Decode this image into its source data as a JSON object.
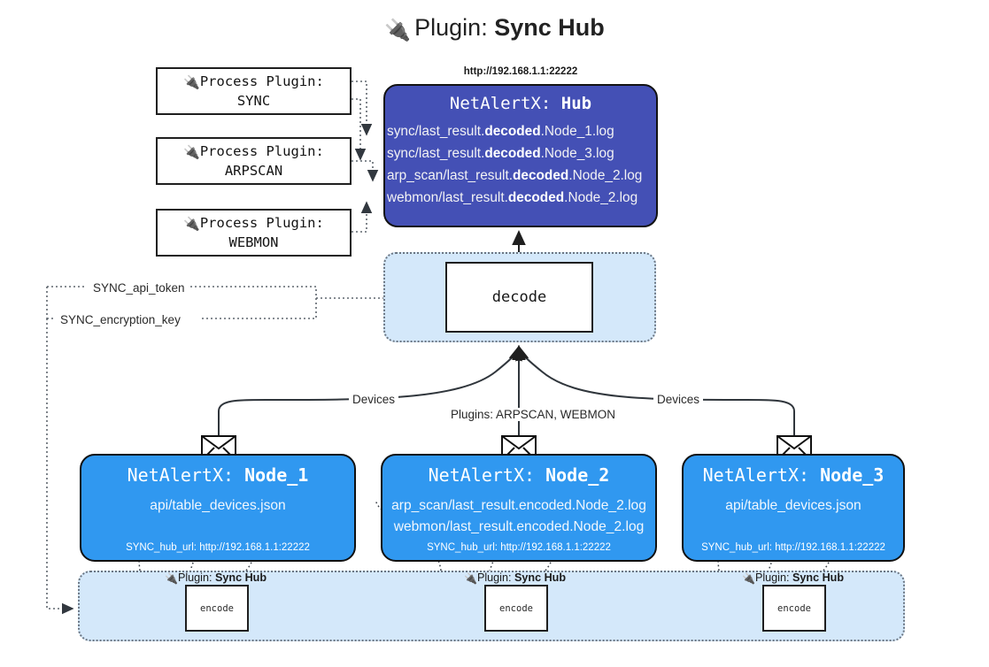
{
  "title": {
    "icon": "plug-icon",
    "prefix": "Plugin: ",
    "name": "Sync Hub"
  },
  "process_plugins": [
    {
      "icon": "plug-icon",
      "line1": "Process Plugin:",
      "line2": "SYNC"
    },
    {
      "icon": "plug-icon",
      "line1": "Process Plugin:",
      "line2": "ARPSCAN"
    },
    {
      "icon": "plug-icon",
      "line1": "Process Plugin:",
      "line2": "WEBMON"
    }
  ],
  "hub": {
    "url": "http://192.168.1.1:22222",
    "title_prefix": "NetAlertX: ",
    "title_name": "Hub",
    "fill_color": "#4450b5",
    "lines": [
      {
        "pre": "sync/last_result.",
        "mid": "decoded",
        "post": ".Node_1.log"
      },
      {
        "pre": "sync/last_result.",
        "mid": "decoded",
        "post": ".Node_3.log"
      },
      {
        "pre": "arp_scan/last_result.",
        "mid": "decoded",
        "post": ".Node_2.log"
      },
      {
        "pre": "webmon/last_result.",
        "mid": "decoded",
        "post": ".Node_2.log"
      }
    ]
  },
  "decode": {
    "label": "decode",
    "container_color": "#d4e8fa"
  },
  "nodes": [
    {
      "title_prefix": "NetAlertX: ",
      "title_name": "Node_1",
      "lines": [
        "api/table_devices.json"
      ],
      "footer": "SYNC_hub_url: http://192.168.1.1:22222",
      "fill_color": "#3098f0",
      "icon": "envelope-icon"
    },
    {
      "title_prefix": "NetAlertX: ",
      "title_name": "Node_2",
      "lines": [
        "arp_scan/last_result.encoded.Node_2.log",
        "webmon/last_result.encoded.Node_2.log"
      ],
      "footer": "SYNC_hub_url: http://192.168.1.1:22222",
      "fill_color": "#3098f0",
      "icon": "envelope-icon"
    },
    {
      "title_prefix": "NetAlertX: ",
      "title_name": "Node_3",
      "lines": [
        "api/table_devices.json"
      ],
      "footer": "SYNC_hub_url: http://192.168.1.1:22222",
      "fill_color": "#3098f0",
      "icon": "envelope-icon"
    }
  ],
  "encoders": [
    {
      "icon": "plug-icon",
      "label_prefix": "Plugin: ",
      "label_name": "Sync Hub",
      "box_label": "encode"
    },
    {
      "icon": "plug-icon",
      "label_prefix": "Plugin: ",
      "label_name": "Sync Hub",
      "box_label": "encode"
    },
    {
      "icon": "plug-icon",
      "label_prefix": "Plugin: ",
      "label_name": "Sync Hub",
      "box_label": "encode"
    }
  ],
  "edge_labels": {
    "devices_left": "Devices",
    "devices_right": "Devices",
    "plugins": "Plugins: ARPSCAN, WEBMON",
    "api_token": "SYNC_api_token",
    "encryption_key": "SYNC_encryption_key"
  }
}
